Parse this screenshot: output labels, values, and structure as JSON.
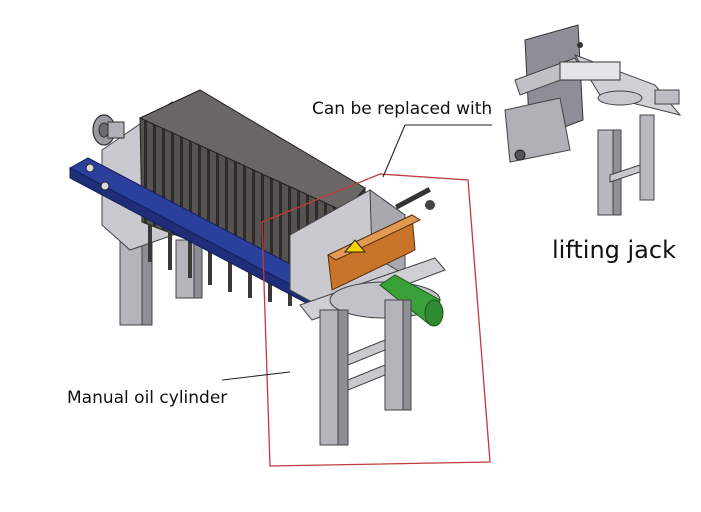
{
  "labels": {
    "replace_note": "Can be replaced with",
    "lifting_jack": "lifting jack",
    "manual_cylinder": "Manual oil cylinder"
  },
  "colors": {
    "frame_blue": "#2b3f9c",
    "frame_gray": "#bdbdc3",
    "plate_dark": "#4a4745",
    "cylinder_orange": "#c8742a",
    "pipe_green": "#3aa03a",
    "highlight_box": "#c0393b",
    "background": "#ffffff"
  }
}
